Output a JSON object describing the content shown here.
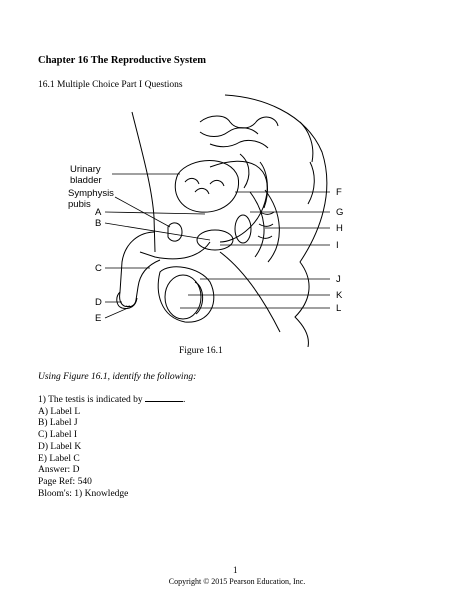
{
  "chapter_title": "Chapter 16  The Reproductive System",
  "section_title": "16.1   Multiple Choice Part I Questions",
  "figure": {
    "labels_left": {
      "urinary_bladder": [
        "Urinary",
        "bladder"
      ],
      "symphysis_pubis": [
        "Symphysis",
        "pubis"
      ],
      "A": "A",
      "B": "B",
      "C": "C",
      "D": "D",
      "E": "E"
    },
    "labels_right": {
      "F": "F",
      "G": "G",
      "H": "H",
      "I": "I",
      "J": "J",
      "K": "K",
      "L": "L"
    }
  },
  "figure_caption": "Figure 16.1",
  "instruction": "Using Figure 16.1, identify the following:",
  "question": {
    "stem_prefix": "1) The testis is indicated by",
    "stem_suffix": ".",
    "options": [
      "A) Label L",
      "B) Label J",
      "C) Label I",
      "D) Label K",
      "E) Label C"
    ],
    "answer": "Answer:  D",
    "page_ref": "Page Ref:  540",
    "blooms": "Bloom's:  1) Knowledge"
  },
  "page_number": "1",
  "copyright": "Copyright © 2015 Pearson Education, Inc."
}
